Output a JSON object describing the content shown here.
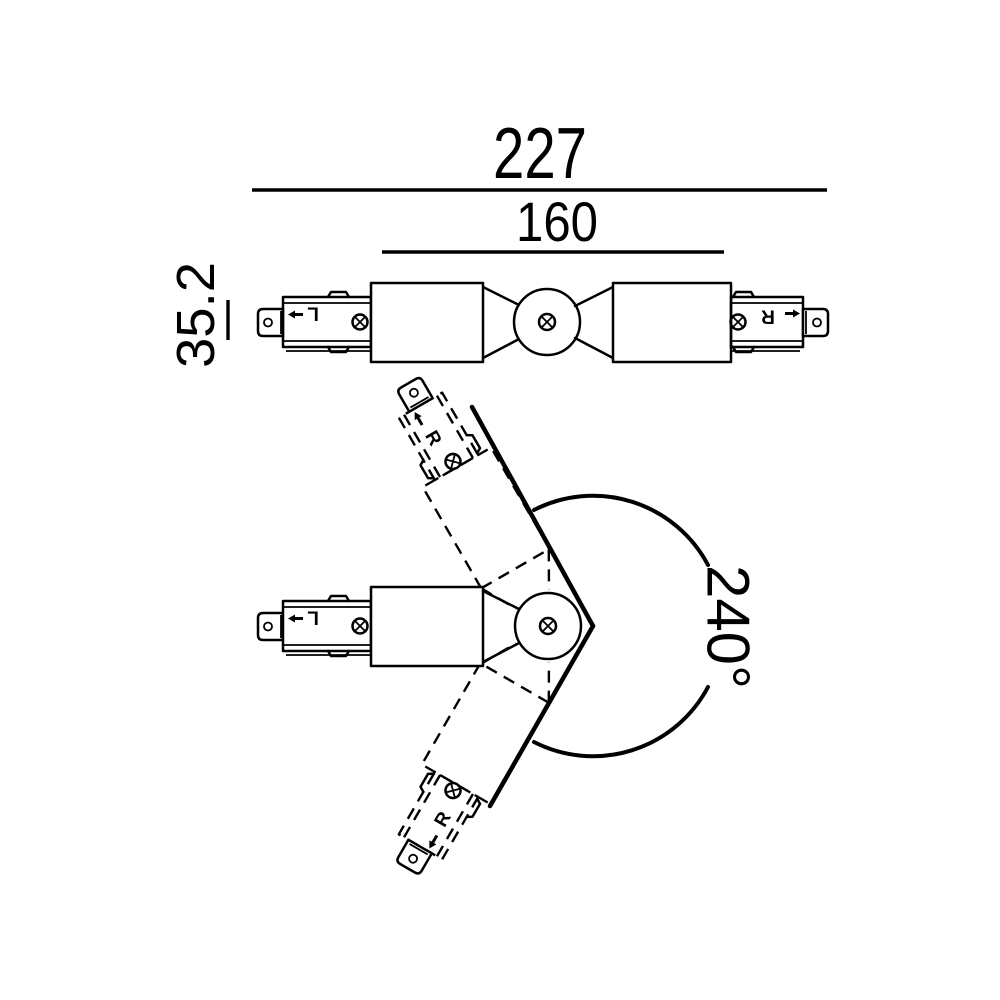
{
  "drawing": {
    "subject": "adjustable track lighting flexible corner connector - technical dimension drawing",
    "background_color": "#ffffff",
    "line_color": "#000000",
    "views": [
      "straight top view",
      "bent view with swivel range"
    ]
  },
  "dimensions": {
    "overall_length": "227",
    "inner_length": "160",
    "height": "35.2",
    "swivel_angle": "240°"
  },
  "top_view": {
    "left_port_label": "L",
    "right_port_label": "R"
  },
  "bent_view": {
    "left_port_label": "L",
    "upper_port_label": "R",
    "lower_port_label": "R"
  }
}
